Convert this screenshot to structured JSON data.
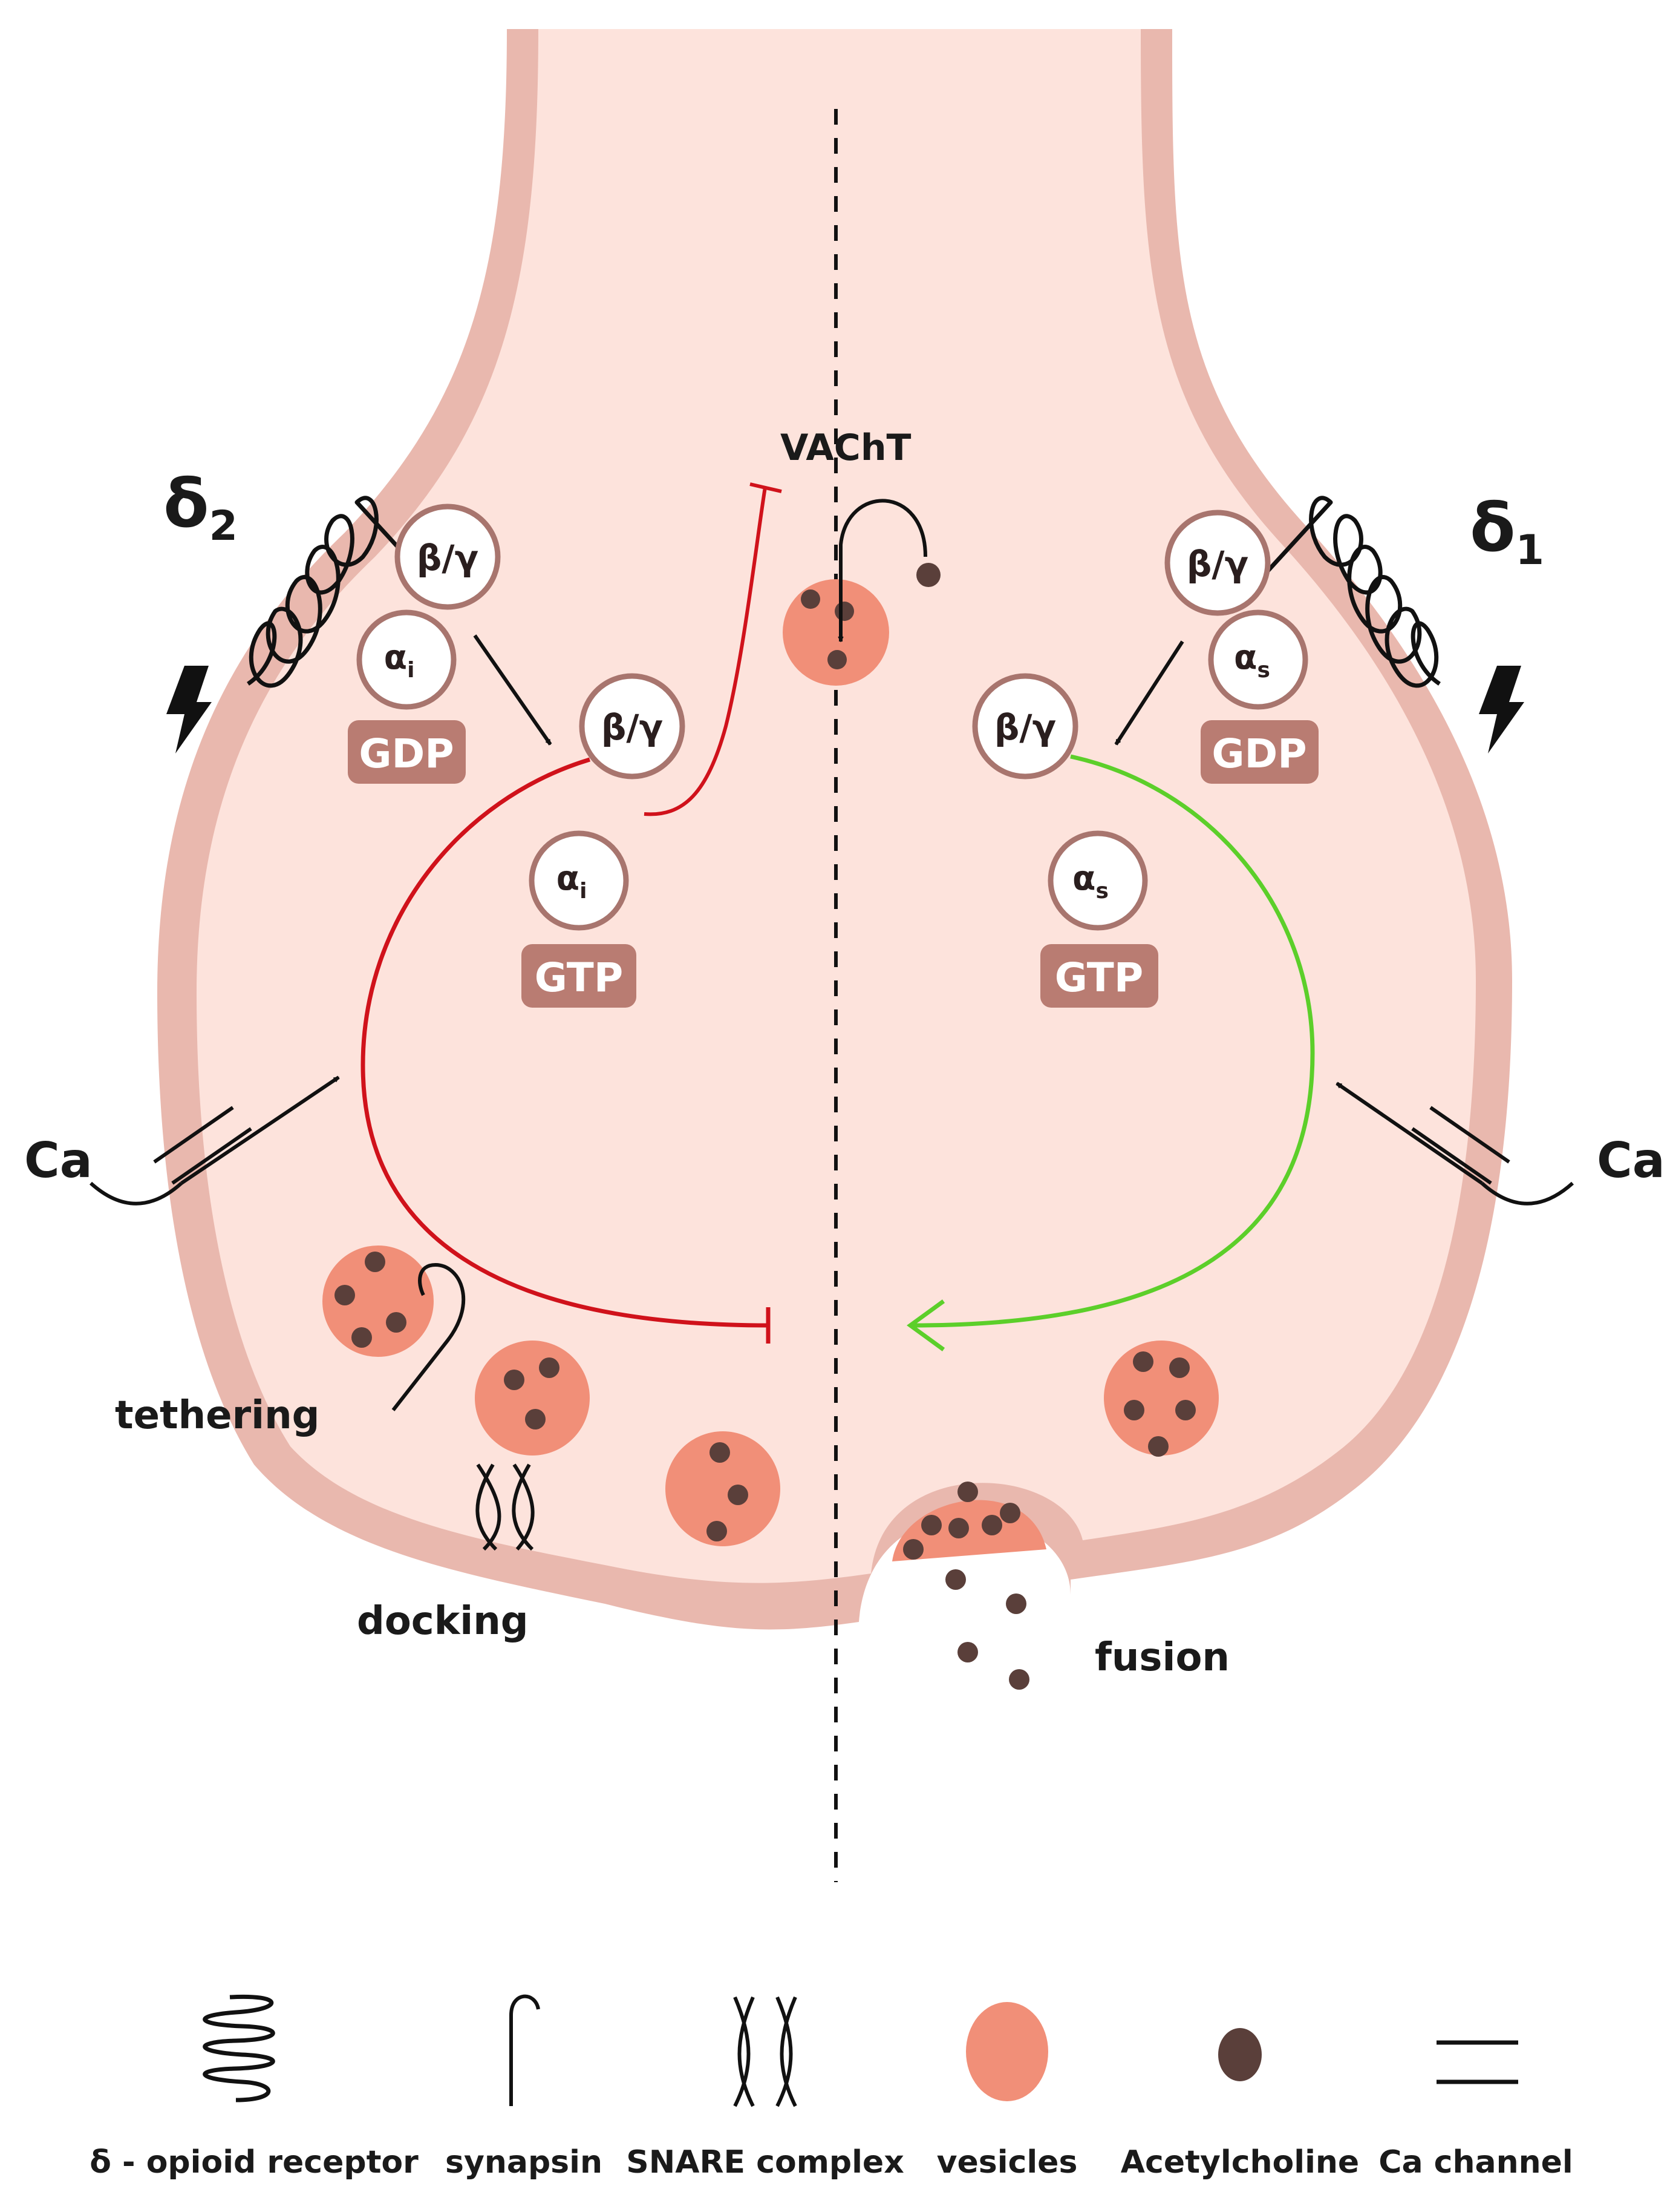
{
  "colors": {
    "membrane": "#e9b8ae",
    "cytoplasm": "#fde3dc",
    "vesicle": "#f18f78",
    "acetylcholine": "#5a3f3a",
    "protein_border": "#a8756e",
    "nucleotide_box": "#b97c72",
    "inhibition": "#d0121b",
    "activation": "#5ccf2a",
    "line": "#111111"
  },
  "labels": {
    "delta2": "δ",
    "delta2_sub": "2",
    "delta1": "δ",
    "delta1_sub": "1",
    "vacht": "VAChT",
    "ca_left": "Ca",
    "ca_right": "Ca",
    "tethering": "tethering",
    "docking": "docking",
    "fusion": "fusion",
    "bg": "β/γ",
    "alpha": "α",
    "sub_i": "i",
    "sub_s": "s",
    "gdp": "GDP",
    "gtp": "GTP"
  },
  "legend": [
    {
      "icon": "receptor-icon",
      "label": "δ - opioid receptor"
    },
    {
      "icon": "synapsin-icon",
      "label": "synapsin"
    },
    {
      "icon": "snare-icon",
      "label": "SNARE complex"
    },
    {
      "icon": "vesicle-icon",
      "label": "vesicles"
    },
    {
      "icon": "acetylcholine-icon",
      "label": "Acetylcholine"
    },
    {
      "icon": "ca-channel-icon",
      "label": "Ca channel"
    }
  ]
}
